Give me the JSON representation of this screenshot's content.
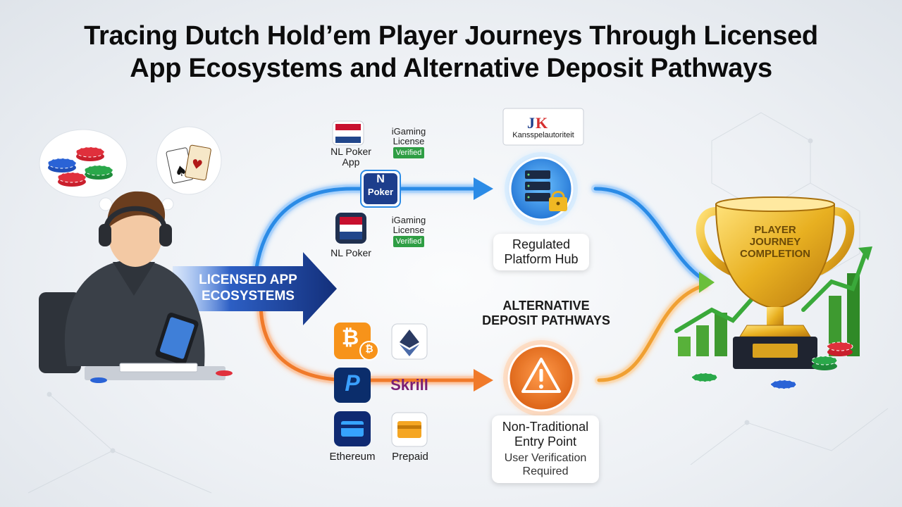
{
  "title": {
    "line1": "Tracing Dutch Hold’em Player Journeys Through Licensed",
    "line2": "App Ecosystems and Alternative Deposit Pathways"
  },
  "licensed_arrow": {
    "line1": "LICENSED APP",
    "line2": "ECOSYSTEMS"
  },
  "licensed_apps": [
    {
      "label_line1": "NL Poker",
      "label_line2": "App"
    },
    {
      "label_line1": "NL Poker",
      "label_line2": ""
    }
  ],
  "license_badge": {
    "line1": "iGaming",
    "line2": "License",
    "verified": "Verified"
  },
  "poker_app_icon": {
    "letter": "N",
    "word": "Poker"
  },
  "regulator": {
    "name": "Kansspelautoriteit"
  },
  "regulated_hub": {
    "line1": "Regulated",
    "line2": "Platform Hub"
  },
  "alternative": {
    "line1": "ALTERNATIVE",
    "line2": "DEPOSIT PATHWAYS"
  },
  "payment_methods": {
    "skrill": "Skrill",
    "ethereum": "Ethereum",
    "prepaid": "Prepaid",
    "bitcoin_symbol": "₿",
    "paypal_symbol": "P"
  },
  "entry_point": {
    "line1": "Non-Traditional",
    "line2": "Entry Point",
    "line3": "User Verification",
    "line4": "Required"
  },
  "trophy": {
    "line1": "PLAYER",
    "line2": "JOURNEY",
    "line3": "COMPLETION"
  },
  "icons": [
    "headphones-icon",
    "playing-cards-icon",
    "poker-chips-icon",
    "server-lock-icon",
    "warning-icon",
    "trophy-icon",
    "growth-chart-icon",
    "bitcoin-icon",
    "ethereum-icon",
    "paypal-icon",
    "card-icon",
    "prepaid-card-icon",
    "netherlands-flag-icon"
  ],
  "colors": {
    "licensed_blue": "#2b8be6",
    "alternative_orange": "#f07a2a",
    "completion_green": "#3aa93a",
    "trophy_gold": "#e8b021",
    "arrow_navy": "#1f3f8f"
  }
}
